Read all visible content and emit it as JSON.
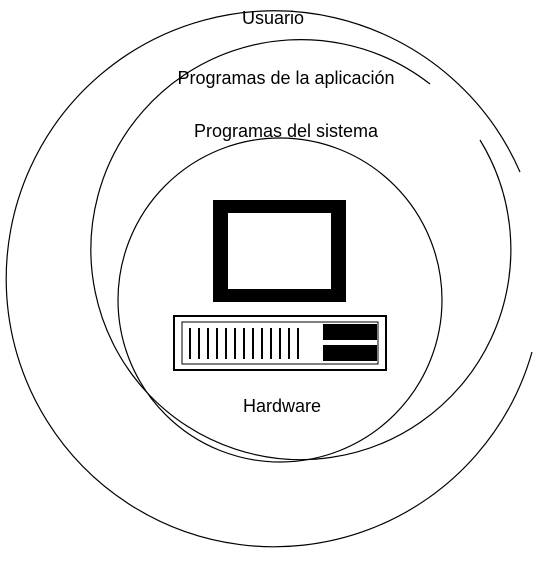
{
  "diagram": {
    "layers": {
      "user": "Usuario",
      "applications": "Programas de la aplicación",
      "system": "Programas del sistema",
      "hardware": "Hardware"
    },
    "colors": {
      "stroke": "#000000",
      "background": "#ffffff"
    },
    "icons": {
      "computer": "computer-icon"
    }
  }
}
